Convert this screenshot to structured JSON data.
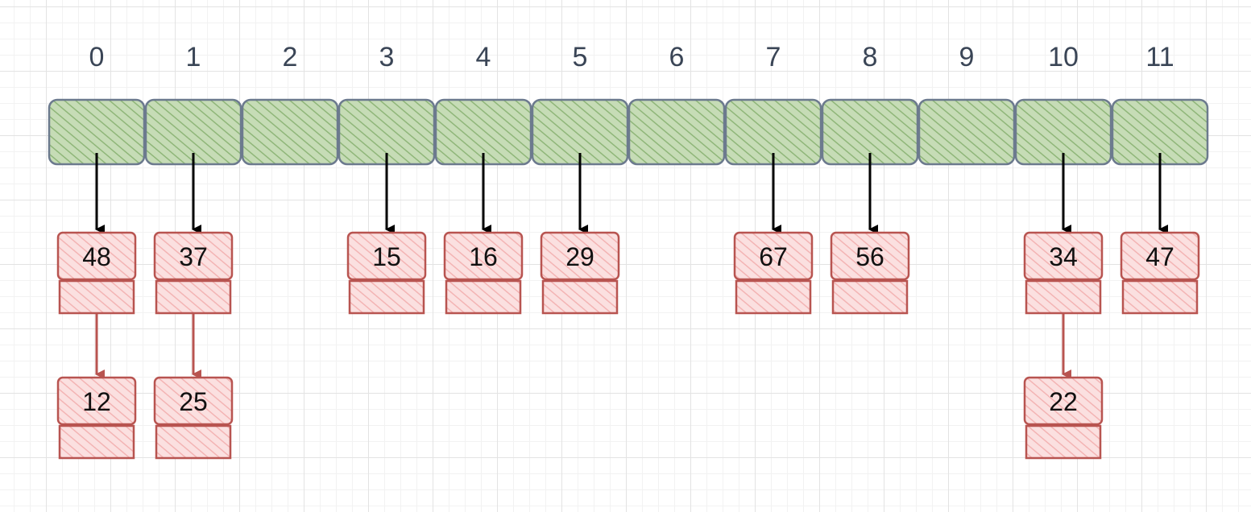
{
  "hash_table": {
    "indices": [
      "0",
      "1",
      "2",
      "3",
      "4",
      "5",
      "6",
      "7",
      "8",
      "9",
      "10",
      "11"
    ],
    "chains": [
      [
        "48",
        "12"
      ],
      [
        "37",
        "25"
      ],
      [],
      [
        "15"
      ],
      [
        "16"
      ],
      [
        "29"
      ],
      [],
      [
        "67"
      ],
      [
        "56"
      ],
      [],
      [
        "34",
        "22"
      ],
      [
        "47"
      ]
    ]
  },
  "colors": {
    "bucket_fill": "#b9d3a8",
    "bucket_hatch": "#88b070",
    "bucket_stroke": "#6c7a8e",
    "node_fill": "#f8d0d0",
    "node_hatch": "#f0a8a8",
    "node_stroke": "#b85450",
    "pointer_arrow": "#000000",
    "chain_arrow": "#b85450"
  }
}
